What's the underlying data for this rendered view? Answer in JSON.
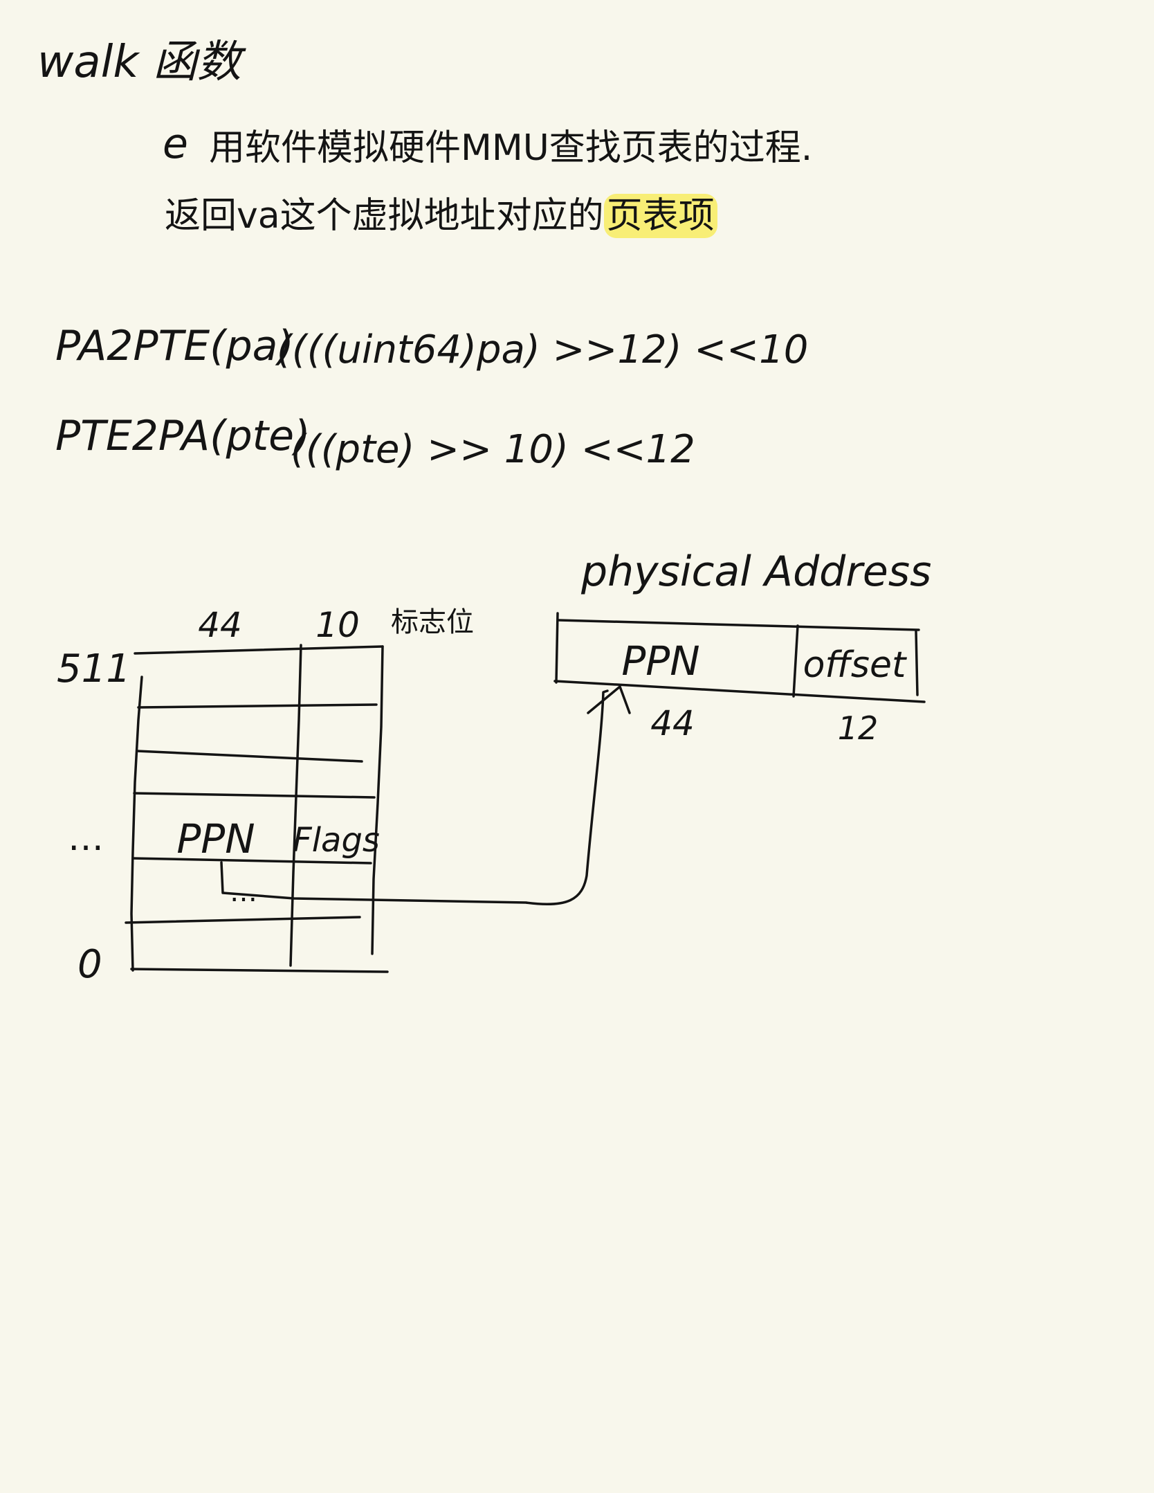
{
  "title": "walk 函数",
  "description": {
    "bullet": "e",
    "line1": "用软件模拟硬件MMU查找页表的过程.",
    "line2_prefix": "返回va这个虚拟地址对应的",
    "line2_highlight": "页表项"
  },
  "macros": [
    {
      "name": "PA2PTE(pa)",
      "body": "((((uint64)pa) >>12) <<10"
    },
    {
      "name": "PTE2PA(pte)",
      "body": "(((pte) >> 10) <<12"
    }
  ],
  "page_table": {
    "width_labels": [
      "44",
      "10"
    ],
    "flags_caption": "标志位",
    "row_label_top": "511",
    "row_label_mid": "…",
    "row_label_bottom": "0",
    "entry_field_ppn": "PPN",
    "entry_field_flags": "Flags",
    "entry_dots": "…"
  },
  "physical_address": {
    "caption": "physical Address",
    "fields": [
      "PPN",
      "offset"
    ],
    "field_bits": [
      "44",
      "12"
    ]
  },
  "colors": {
    "paper": "#f8f7ec",
    "ink": "#141414",
    "highlight": "#f7ec54"
  }
}
